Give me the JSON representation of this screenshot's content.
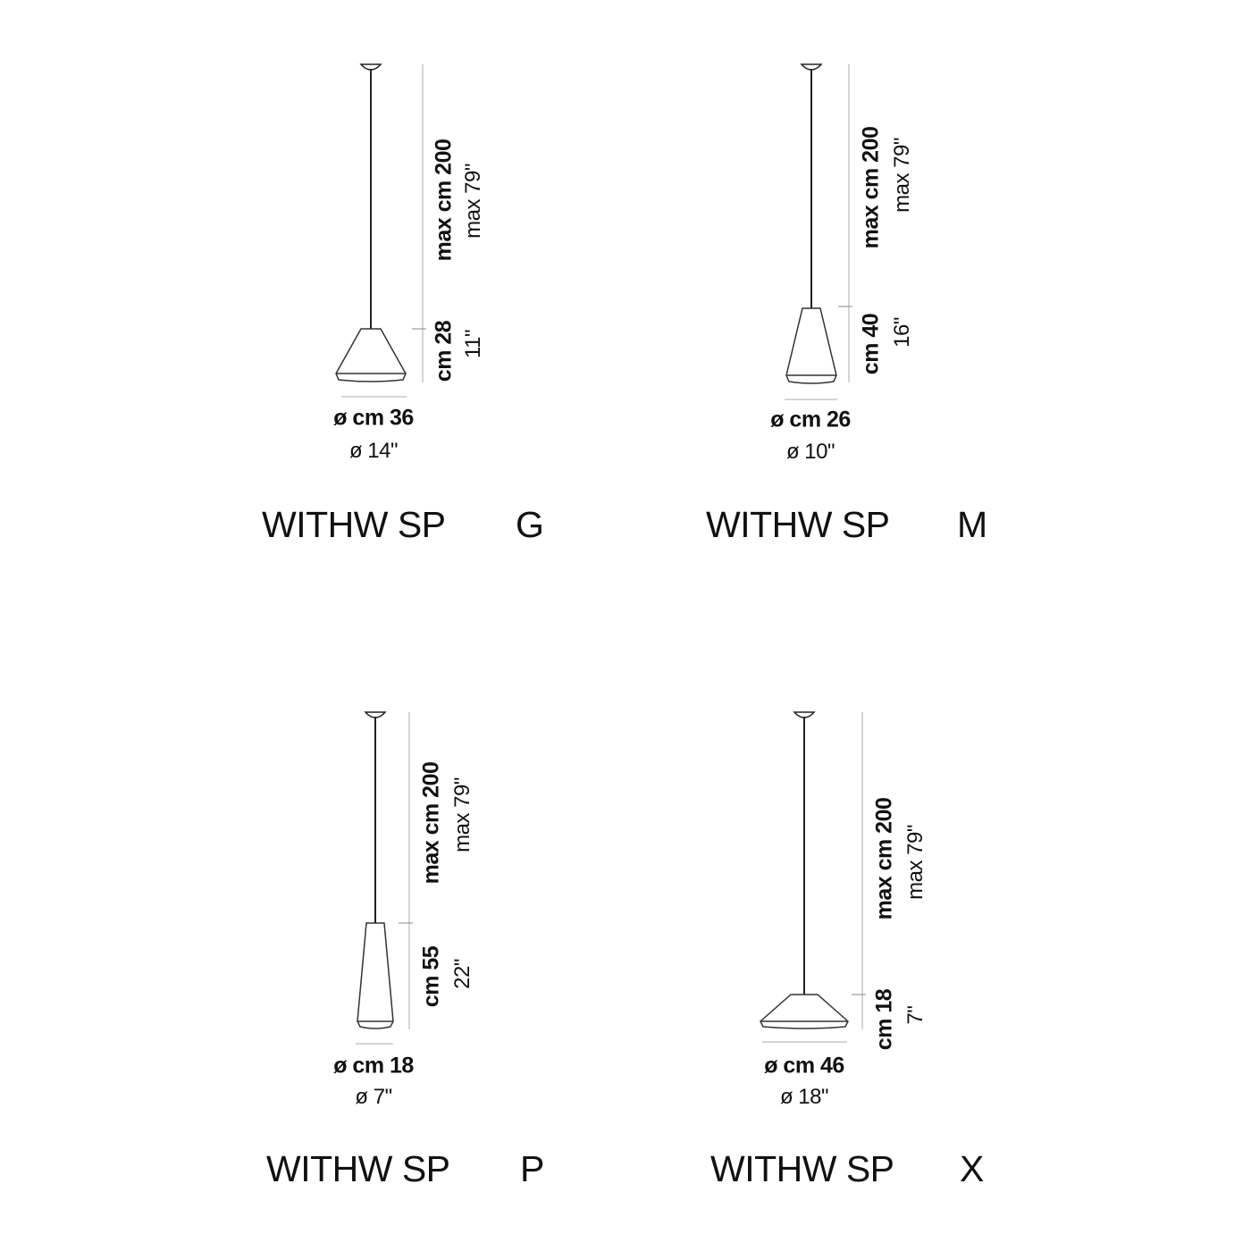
{
  "models": [
    {
      "id": "g",
      "name": "WITHW SP",
      "size": "G",
      "max_cm": "max cm 200",
      "max_in": "max 79\"",
      "height_cm": "cm 28",
      "height_in": "11\"",
      "diam_cm": "ø cm 36",
      "diam_in": "ø 14\""
    },
    {
      "id": "m",
      "name": "WITHW SP",
      "size": "M",
      "max_cm": "max cm 200",
      "max_in": "max 79\"",
      "height_cm": "cm 40",
      "height_in": "16\"",
      "diam_cm": "ø cm 26",
      "diam_in": "ø 10\""
    },
    {
      "id": "p",
      "name": "WITHW SP",
      "size": "P",
      "max_cm": "max cm 200",
      "max_in": "max 79\"",
      "height_cm": "cm 55",
      "height_in": "22\"",
      "diam_cm": "ø cm 18",
      "diam_in": "ø 7\""
    },
    {
      "id": "x",
      "name": "WITHW SP",
      "size": "X",
      "max_cm": "max cm 200",
      "max_in": "max 79\"",
      "height_cm": "cm 18",
      "height_in": "7\"",
      "diam_cm": "ø cm 46",
      "diam_in": "ø 18\""
    }
  ]
}
